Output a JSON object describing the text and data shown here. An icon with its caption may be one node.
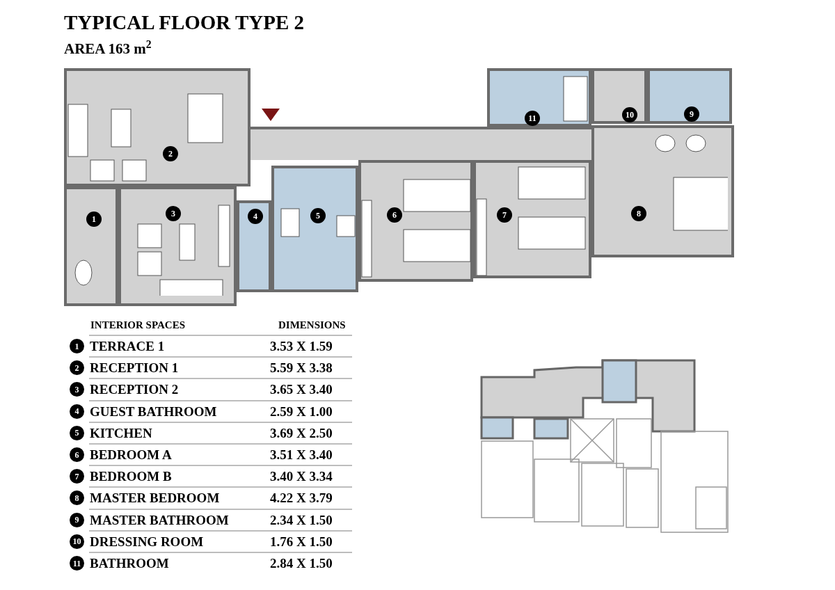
{
  "diagram": {
    "title": "TYPICAL FLOOR TYPE 2",
    "caption": "AREA 163 m$^{2}$",
    "nodes": [
      {
        "text": [
          "1"
        ]
      },
      {
        "text": [
          "2"
        ]
      },
      {
        "text": [
          "3"
        ]
      },
      {
        "text": [
          "4"
        ]
      },
      {
        "text": [
          "5"
        ]
      },
      {
        "text": [
          "6"
        ]
      },
      {
        "text": [
          "7"
        ]
      },
      {
        "text": [
          "8"
        ]
      },
      {
        "text": [
          "9"
        ]
      },
      {
        "text": [
          "10"
        ]
      },
      {
        "text": [
          "11"
        ]
      },
      {
        "text": [],
        "shape": "box"
      }
    ],
    "edges": [],
    "labels": [
      "INTERIOR SPACES",
      "DIMENSIONS",
      "1",
      "TERRACE 1",
      "3.53 X 1.59",
      "2",
      "RECEPTION 1",
      "5.59 X 3.38",
      "3",
      "RECEPTION 2",
      "3.65 X 3.40",
      "4",
      "GUEST BATHROOM",
      "2.59 X 1.00",
      "5",
      "KITCHEN",
      "3.69 X 2.50",
      "6",
      "BEDROOM A",
      "3.51 X 3.40",
      "7",
      "BEDROOM B",
      "3.40 X 3.34",
      "8",
      "MASTER BEDROOM",
      "4.22 X 3.79",
      "9",
      "MASTER BATHROOM",
      "2.34 X 1.50",
      "10",
      "DRESSING ROOM",
      "1.76 X 1.50",
      "11",
      "BATHROOM",
      "2.84 X 1.50"
    ]
  }
}
